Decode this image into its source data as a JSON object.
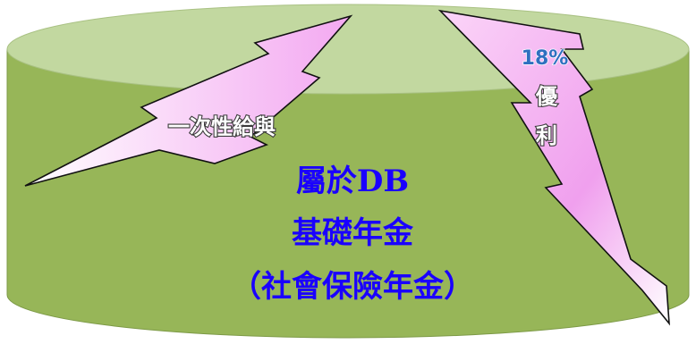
{
  "diagram": {
    "colors": {
      "cylinder_top": "#c2d8a0",
      "cylinder_body": "#97b658",
      "cylinder_edge": "#7d9a47",
      "bolt_light": "#ffffff",
      "bolt_pink": "#f3a8f1",
      "bolt_stroke": "#111111",
      "center_text": "#1a00ff",
      "pct_text": "#2f6fc0"
    },
    "left_bolt": {
      "label": "一次性給與"
    },
    "right_bolt": {
      "percent": "18%",
      "label_line1": "優",
      "label_line2": "利"
    },
    "center": {
      "line1": "屬於DB",
      "line2": "基礎年金",
      "line3": "（社會保險年金）"
    }
  }
}
